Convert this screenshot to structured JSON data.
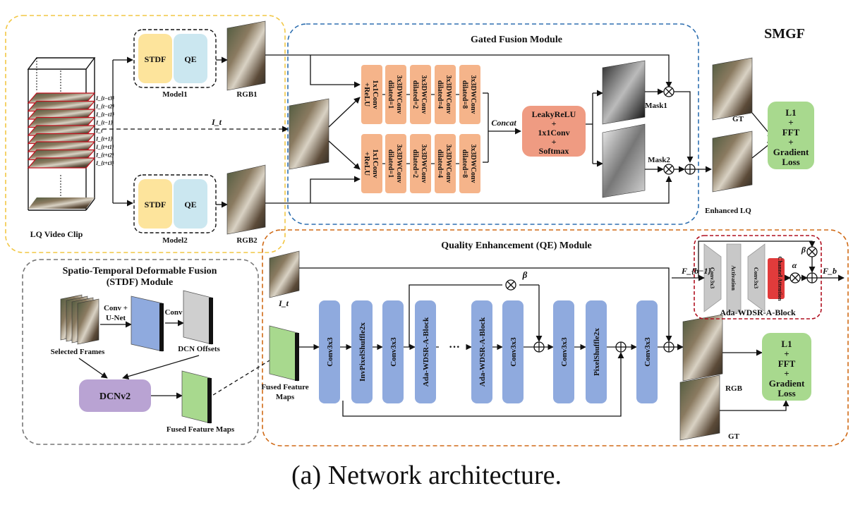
{
  "title": "SMGF",
  "caption": "(a)  Network architecture.",
  "input": {
    "clip_label": "LQ Video Clip",
    "frame_labels": [
      "I_{t−t3}",
      "I_{t−t2}",
      "I_{t−t1}",
      "I_{t−1}",
      "I_t",
      "I_{t+1}",
      "I_{t+t1}",
      "I_{t+t2}",
      "I_{t+t3}"
    ],
    "current_frame": "I_t"
  },
  "models": [
    {
      "name": "Model1",
      "stdf": "STDF",
      "qe": "QE",
      "output": "RGB1"
    },
    {
      "name": "Model2",
      "stdf": "STDF",
      "qe": "QE",
      "output": "RGB2"
    }
  ],
  "gated_fusion": {
    "title": "Gated Fusion Module",
    "conv_first": [
      "1x1Conv",
      "+ReLU"
    ],
    "dw_convs": [
      [
        "3x3DWConv",
        "dilated=1"
      ],
      [
        "3x3DWConv",
        "dilated=2"
      ],
      [
        "3x3DWConv",
        "dilated=4"
      ],
      [
        "3x3DWConv",
        "dilated=8"
      ]
    ],
    "concat_label": "Concat",
    "fusion_block": [
      "LeakyReLU",
      "+",
      "1x1Conv",
      "+",
      "Softmax"
    ],
    "mask1": "Mask1",
    "mask2": "Mask2",
    "enhanced_label": "Enhanced LQ",
    "gt_label": "GT",
    "loss": [
      "L1",
      "+",
      "FFT",
      "+",
      "Gradient",
      "Loss"
    ]
  },
  "stdf_module": {
    "title_line1": "Spatio-Temporal Deformable Fusion",
    "title_line2": "(STDF) Module",
    "conv_unet": [
      "Conv +",
      "U-Net"
    ],
    "conv": "Conv",
    "selected_frames": "Selected Frames",
    "dcn_offsets": "DCN Offsets",
    "dcnv2": "DCNv2",
    "fused_maps": "Fused Feature Maps"
  },
  "qe_module": {
    "title": "Quality Enhancement (QE) Module",
    "input_label": "I_t",
    "fused_maps": [
      "Fused Feature",
      "Maps"
    ],
    "blocks": [
      "Conv3x3",
      "InvPixelShuffle2x",
      "Conv3x3",
      "Ada-WDSR-A-Block",
      "Ada-WDSR-A-Block",
      "Conv3x3",
      "Conv3x3",
      "PixelShuffle2x",
      "Conv3x3"
    ],
    "beta": "β",
    "dots": "···",
    "rgb_label": "RGB",
    "gt_label": "GT",
    "loss": [
      "L1",
      "+",
      "FFT",
      "+",
      "Gradient",
      "Loss"
    ]
  },
  "ada_block": {
    "title": "Ada-WDSR-A-Block",
    "layers": [
      "Conv3x3",
      "Activation",
      "Conv3x3"
    ],
    "attention": "Channel Attention",
    "f_in": "F_{b−1}",
    "f_out": "F_b",
    "alpha": "α",
    "beta": "β"
  },
  "colors": {
    "yellow_border": "#f2c744",
    "blue_border": "#2e6fb0",
    "orange_border": "#d06a16",
    "gray_border": "#777777",
    "red_border": "#b01020",
    "stdf_fill": "#fde49c",
    "qe_fill": "#cbe7f0",
    "orange_fill": "#f5b48a",
    "fusion_fill": "#ef9b82",
    "loss_fill": "#a8d98e",
    "block_fill": "#8faade",
    "dcn_fill": "#b9a3d3",
    "attention_fill": "#e13b3b"
  }
}
